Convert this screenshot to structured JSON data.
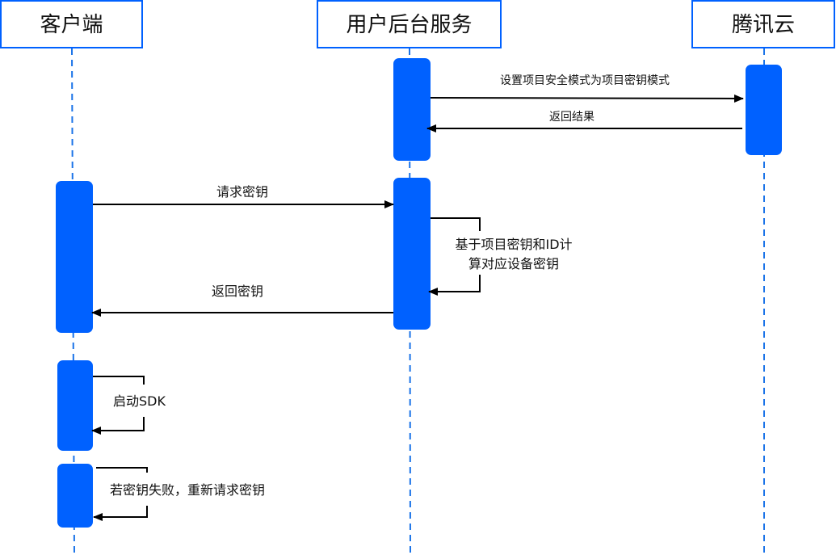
{
  "diagram": {
    "type": "sequence",
    "colors": {
      "accent": "#0061FF",
      "lifeline": "#1A73E8",
      "arrow": "#000000",
      "text": "#111111",
      "background": "#FFFFFF"
    },
    "participants": [
      {
        "id": "client",
        "label": "客户端"
      },
      {
        "id": "server",
        "label": "用户后台服务"
      },
      {
        "id": "cloud",
        "label": "腾讯云"
      }
    ],
    "messages": [
      {
        "from": "server",
        "to": "cloud",
        "label": "设置项目安全模式为项目密钥模式"
      },
      {
        "from": "cloud",
        "to": "server",
        "label": "返回结果"
      },
      {
        "from": "client",
        "to": "server",
        "label": "请求密钥"
      },
      {
        "from": "server",
        "to": "server",
        "label_lines": [
          "基于项目密钥和ID计",
          "算对应设备密钥"
        ]
      },
      {
        "from": "server",
        "to": "client",
        "label": "返回密钥"
      },
      {
        "from": "client",
        "to": "client",
        "label": "启动SDK"
      },
      {
        "from": "client",
        "to": "client",
        "label": "若密钥失败，重新请求密钥"
      }
    ]
  }
}
